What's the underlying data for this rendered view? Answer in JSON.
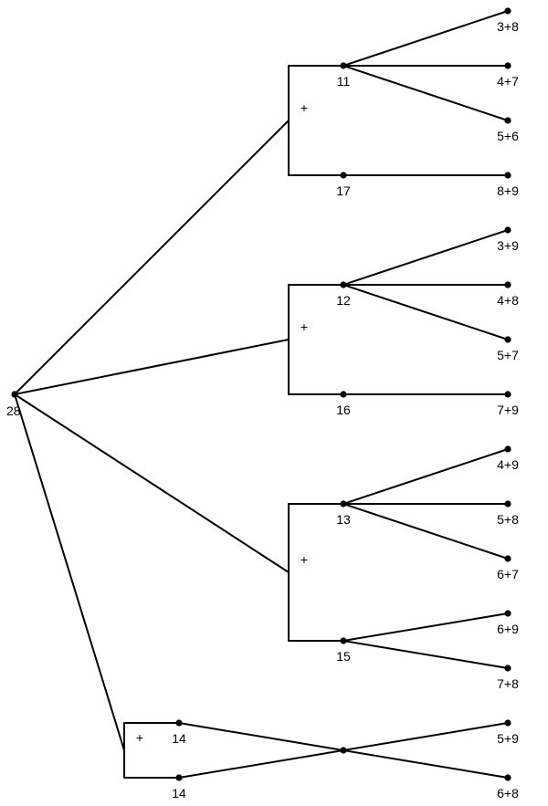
{
  "tree": {
    "root": {
      "id": "root",
      "label": "28"
    },
    "groups": [
      {
        "id": "g1",
        "plus": "+",
        "subtotals": [
          {
            "id": "g1-a",
            "label": "11",
            "leaves": [
              "3+8",
              "4+7",
              "5+6"
            ]
          },
          {
            "id": "g1-b",
            "label": "17",
            "leaves": [
              "8+9"
            ]
          }
        ]
      },
      {
        "id": "g2",
        "plus": "+",
        "subtotals": [
          {
            "id": "g2-a",
            "label": "12",
            "leaves": [
              "3+9",
              "4+8",
              "5+7"
            ]
          },
          {
            "id": "g2-b",
            "label": "16",
            "leaves": [
              "7+9"
            ]
          }
        ]
      },
      {
        "id": "g3",
        "plus": "+",
        "subtotals": [
          {
            "id": "g3-a",
            "label": "13",
            "leaves": [
              "4+9",
              "5+8",
              "6+7"
            ]
          },
          {
            "id": "g3-b",
            "label": "15",
            "leaves": [
              "6+9",
              "7+8"
            ]
          }
        ]
      },
      {
        "id": "g4",
        "plus": "+",
        "subtotals": [
          {
            "id": "g4-a",
            "label": "14"
          },
          {
            "id": "g4-b",
            "label": "14"
          }
        ],
        "shared_leaves": [
          "5+9",
          "6+8"
        ]
      }
    ]
  }
}
